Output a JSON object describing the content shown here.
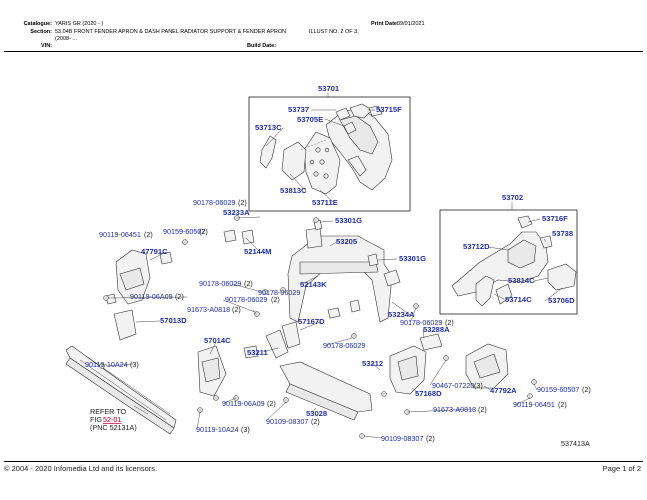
{
  "header": {
    "catalogue_label": "Catalogue:",
    "catalogue_value": "YARIS GR (2020 - )",
    "section_label": "Section:",
    "section_value": "53.04B FRONT FENDER APRON & DASH PANEL RADIATOR SUPPORT & FENDER APRON",
    "illust_label": "ILLUST NO. 2 OF 3,",
    "section_value2": "(2008- ...",
    "vin_label": "VIN:",
    "print_date_label": "Print Date:",
    "print_date_value": "09/01/2021",
    "build_date_label": "Build Date:"
  },
  "diagram": {
    "ref_note": [
      "REFER TO",
      "FIG"
    ],
    "ref_fig_link": "52-01",
    "ref_pnc": "(PNC 52131A)",
    "illustration_code": "537413A",
    "labels": {
      "p53701": "53701",
      "p53737": "53737",
      "p53715F": "53715F",
      "p53705E": "53705E",
      "p53713C": "53713C",
      "p53813C": "53813C",
      "p53711E": "53711E",
      "p53702": "53702",
      "p53716F": "53716F",
      "p53738": "53738",
      "p53712D": "53712D",
      "p53814C": "53814C",
      "p53714C": "53714C",
      "p53706D": "53706D",
      "b90178_1": "90178-06029",
      "b90178_1q": "(2)",
      "p53233A": "53233A",
      "p53301G_1": "53301G",
      "b90119_06451_1": "90119-06451",
      "b90119_06451_1q": "(2)",
      "b90159_60507_1": "90159-60507",
      "b90159_60507_1q": "(2)",
      "p53205": "53205",
      "p47791C": "47791C",
      "p52144M": "52144M",
      "p53301G_2": "53301G",
      "b90178_2": "90178-06029",
      "b90178_2q": "(2)",
      "b90178_3": "90178-06029",
      "p52143K": "52143K",
      "b90119_06A09_1": "90119-06A09",
      "b90119_06A09_1q": "(2)",
      "b90178_4": "90178-06029",
      "b90178_4q": "(2)",
      "b91673_1": "91673-A0818",
      "b91673_1q": "(2)",
      "p53234A": "53234A",
      "b90178_5": "90178-06029",
      "b90178_5q": "(2)",
      "p57013D": "57013D",
      "p57167D": "57167D",
      "p53288A": "53288A",
      "p57014C": "57014C",
      "b90178_6": "90178-06029",
      "p53211": "53211",
      "p53212": "53212",
      "b90119_10A24_1": "90119-10A24",
      "b90119_10A24_1q": "(3)",
      "b90467": "90467-07220",
      "b90467q": "(3)",
      "p47792A": "47792A",
      "b90159_60507_2": "90159-60507",
      "b90159_60507_2q": "(2)",
      "p57168D": "57168D",
      "b90119_06A09_2": "90119-06A09",
      "b90119_06A09_2q": "(2)",
      "b90119_06451_2": "90119-06451",
      "b90119_06451_2q": "(2)",
      "b91673_2": "91673-A0818",
      "b91673_2q": "(2)",
      "p53028": "53028",
      "b90109_1": "90109-08307",
      "b90109_1q": "(2)",
      "b90119_10A24_2": "90119-10A24",
      "b90119_10A24_2q": "(3)",
      "b90109_2": "90109-08307",
      "b90109_2q": "(2)"
    }
  },
  "footer": {
    "copyright": "© 2004 - 2020 Infomedia Ltd and its licensors.",
    "page": "Page 1 of 2"
  }
}
